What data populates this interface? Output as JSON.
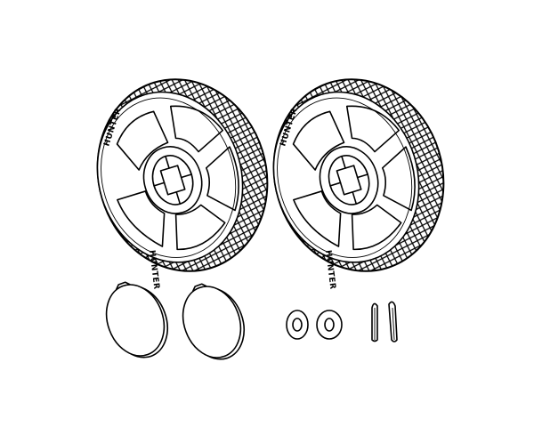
{
  "diagram": {
    "brand_text": "HUNTER",
    "parts": [
      {
        "name": "wheel-left",
        "kind": "wheel"
      },
      {
        "name": "wheel-right",
        "kind": "wheel"
      },
      {
        "name": "hubcap-left",
        "kind": "hubcap"
      },
      {
        "name": "hubcap-right",
        "kind": "hubcap"
      },
      {
        "name": "washer-left",
        "kind": "washer"
      },
      {
        "name": "washer-right",
        "kind": "washer"
      },
      {
        "name": "cotter-pin-left",
        "kind": "pin"
      },
      {
        "name": "cotter-pin-right",
        "kind": "pin"
      }
    ]
  }
}
